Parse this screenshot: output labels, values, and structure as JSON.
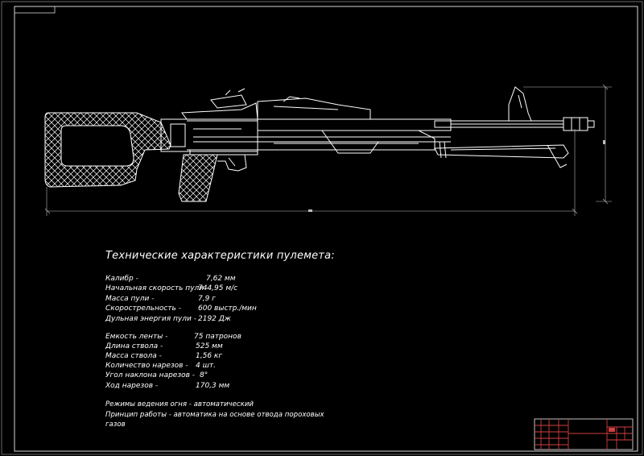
{
  "specs_title": "Технические характеристики пулемета:",
  "specs_group1": [
    {
      "label": "Калибр  -",
      "value": "7,62 мм"
    },
    {
      "label": "Начальная скорость пули -",
      "value": "744,95 м/с"
    },
    {
      "label": "Масса пули  -",
      "value": "7,9  г"
    },
    {
      "label": "Скорострельность -",
      "value": "600 выстр./мин"
    },
    {
      "label": "Дульная энергия пули -",
      "value": "2192 Дж"
    }
  ],
  "specs_group2": [
    {
      "label": "Емкость ленты -",
      "value": "75 патронов"
    },
    {
      "label": "Длина ствола -",
      "value": "525 мм"
    },
    {
      "label": "Масса ствола -",
      "value": "1,56 кг"
    },
    {
      "label": "Количество нарезов -",
      "value": "4 шт."
    },
    {
      "label": "Угол наклона нарезов -",
      "value": "8°"
    },
    {
      "label": "Ход нарезов -",
      "value": "170,3 мм"
    }
  ],
  "fire_modes": "Режимы ведения огня - автоматический",
  "operation_principle_line1": "Принцип работы - автоматика на основе отвода пороховых",
  "operation_principle_line2": "газов",
  "colors": {
    "background": "#000000",
    "frame": "#c8c8c8",
    "drawing_lines": "#ffffff",
    "title_block": "#d04040"
  }
}
